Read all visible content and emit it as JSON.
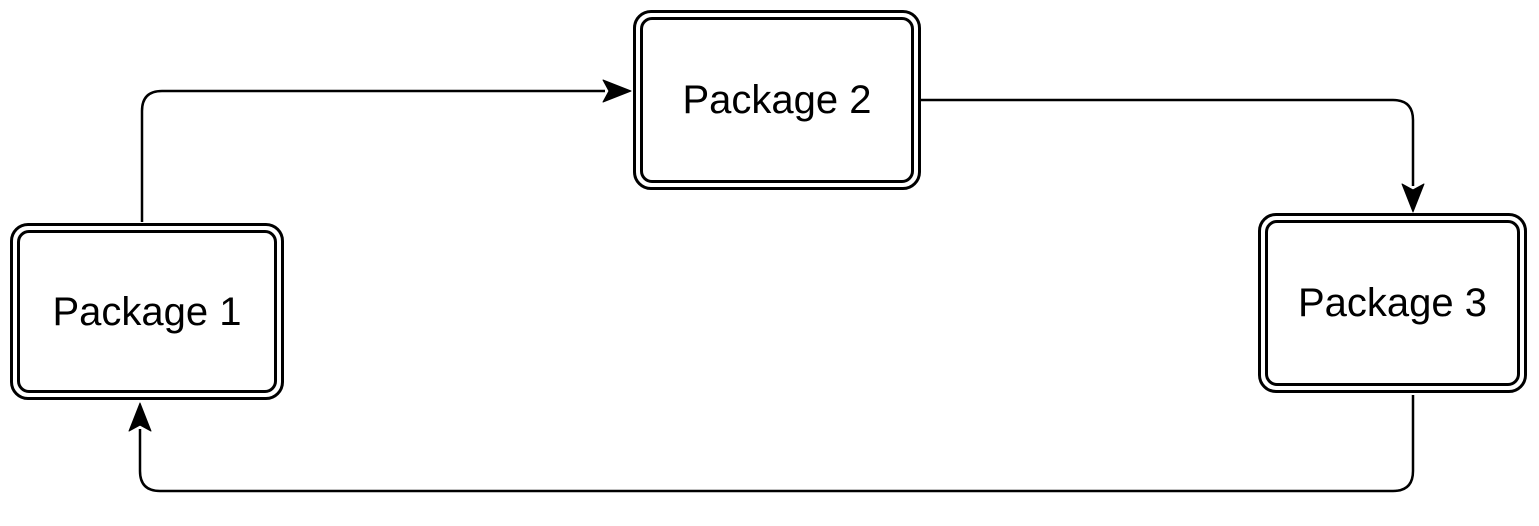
{
  "diagram": {
    "type": "flowchart-cycle",
    "background_color": "#ffffff",
    "stroke_color": "#000000",
    "node_fill_color": "#ffffff",
    "node_border_style": "double-rounded-rectangle",
    "nodes": [
      {
        "id": "package1",
        "label": "Package 1"
      },
      {
        "id": "package2",
        "label": "Package 2"
      },
      {
        "id": "package3",
        "label": "Package 3"
      }
    ],
    "edges": [
      {
        "from": "package1",
        "to": "package2",
        "arrow": "classic",
        "route": "up-then-right"
      },
      {
        "from": "package2",
        "to": "package3",
        "arrow": "classic",
        "route": "right-then-down"
      },
      {
        "from": "package3",
        "to": "package1",
        "arrow": "classic",
        "route": "down-left-then-up"
      }
    ]
  }
}
